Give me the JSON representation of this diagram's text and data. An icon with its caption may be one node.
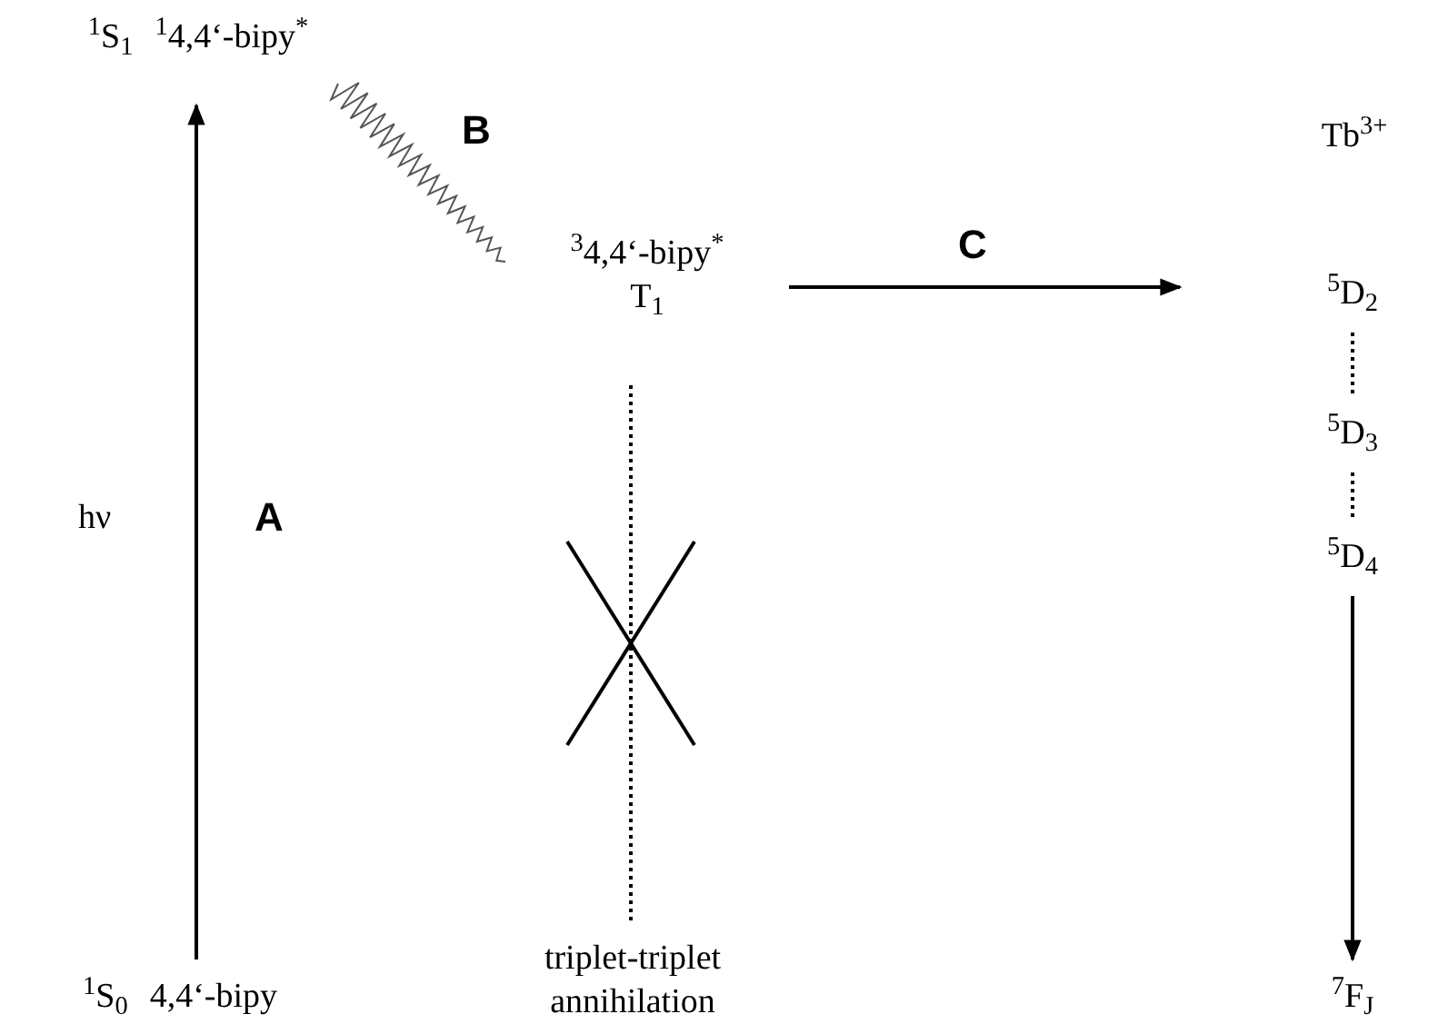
{
  "diagram": {
    "nodes": [
      {
        "text": [
          "$^{1}$S$_{1}$",
          "$^{1}$4,4‘-bipy$^{*}$"
        ]
      },
      {
        "text": [
          "$^{1}$S$_{0}$",
          "4,4‘-bipy"
        ]
      },
      {
        "text": [
          "$^{3}$4,4‘-bipy$^{*}$",
          "T$_{1}$"
        ]
      },
      {
        "text": [
          "triplet-triplet annihilation"
        ]
      },
      {
        "text": [
          "$^{5}$D$_{2}$"
        ]
      },
      {
        "text": [
          "$^{5}$D$_{3}$"
        ]
      },
      {
        "text": [
          "$^{5}$D$_{4}$"
        ]
      },
      {
        "text": [
          "$^{7}$F$_{J}$"
        ]
      }
    ],
    "edges": [
      {
        "from": 1,
        "to": 0,
        "arrow": "to",
        "label": "A"
      },
      {
        "from": 0,
        "to": 2,
        "arrow": "none",
        "label": "B"
      },
      {
        "from": 2,
        "to": 4,
        "arrow": "to",
        "label": "C"
      },
      {
        "from": 2,
        "to": 3,
        "arrow": "none",
        "style": "dashed"
      },
      {
        "from": 4,
        "to": 5,
        "arrow": "none",
        "style": "dashed"
      },
      {
        "from": 5,
        "to": 6,
        "arrow": "none",
        "style": "dashed"
      },
      {
        "from": 6,
        "to": 7,
        "arrow": "to"
      }
    ],
    "labels": [
      "Tb$^{3+}$",
      "hν"
    ]
  }
}
